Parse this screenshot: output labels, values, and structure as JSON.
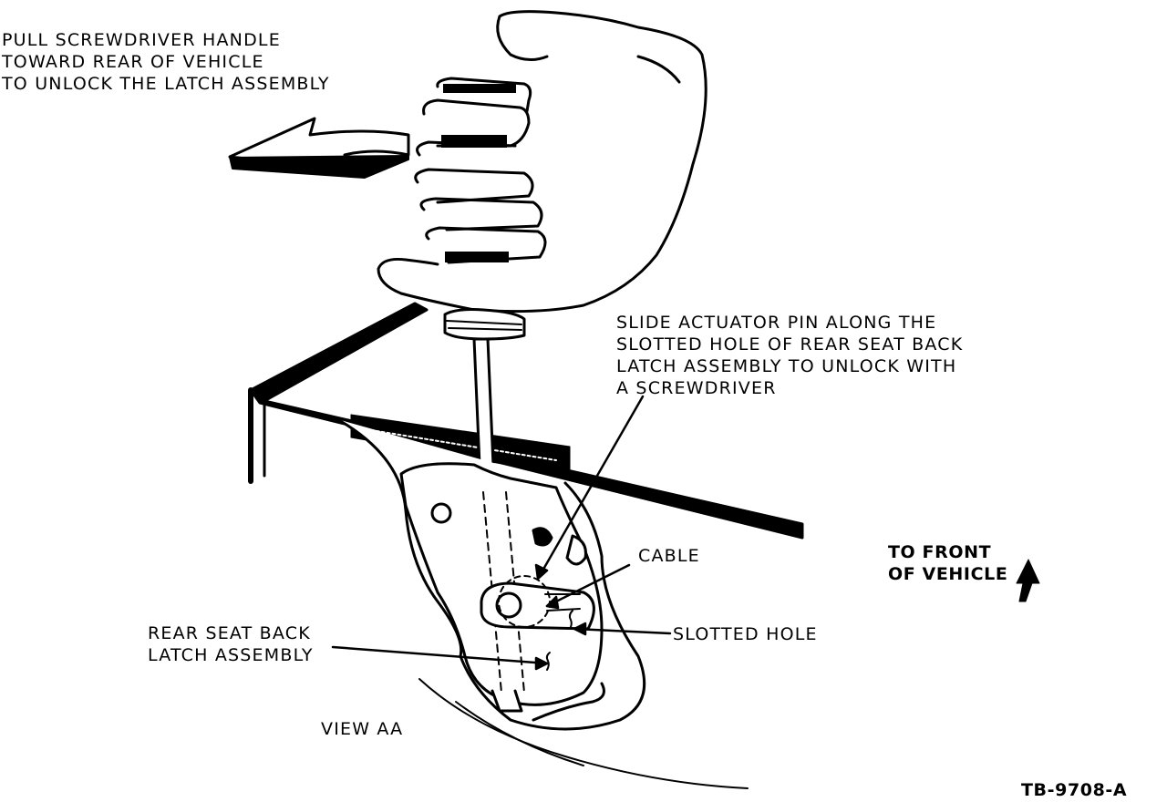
{
  "callouts": {
    "pull_handle": [
      "PULL SCREWDRIVER HANDLE",
      "TOWARD REAR OF VEHICLE",
      "TO UNLOCK THE LATCH ASSEMBLY"
    ],
    "slide_pin": [
      "SLIDE ACTUATOR PIN ALONG THE",
      "SLOTTED HOLE OF REAR SEAT BACK",
      "LATCH ASSEMBLY TO UNLOCK WITH",
      "A SCREWDRIVER"
    ],
    "cable": "CABLE",
    "to_front": [
      "TO FRONT",
      "OF VEHICLE"
    ],
    "slotted_hole": "SLOTTED HOLE",
    "latch_assembly": [
      "REAR SEAT BACK",
      "LATCH ASSEMBLY"
    ],
    "view": "VIEW AA"
  },
  "figure_id": "TB-9708-A",
  "colors": {
    "ink": "#000000",
    "paper": "#ffffff"
  },
  "icons": [
    "hand-icon",
    "screwdriver-icon",
    "curved-arrow-icon",
    "front-arrow-icon",
    "latch-assembly-icon"
  ]
}
